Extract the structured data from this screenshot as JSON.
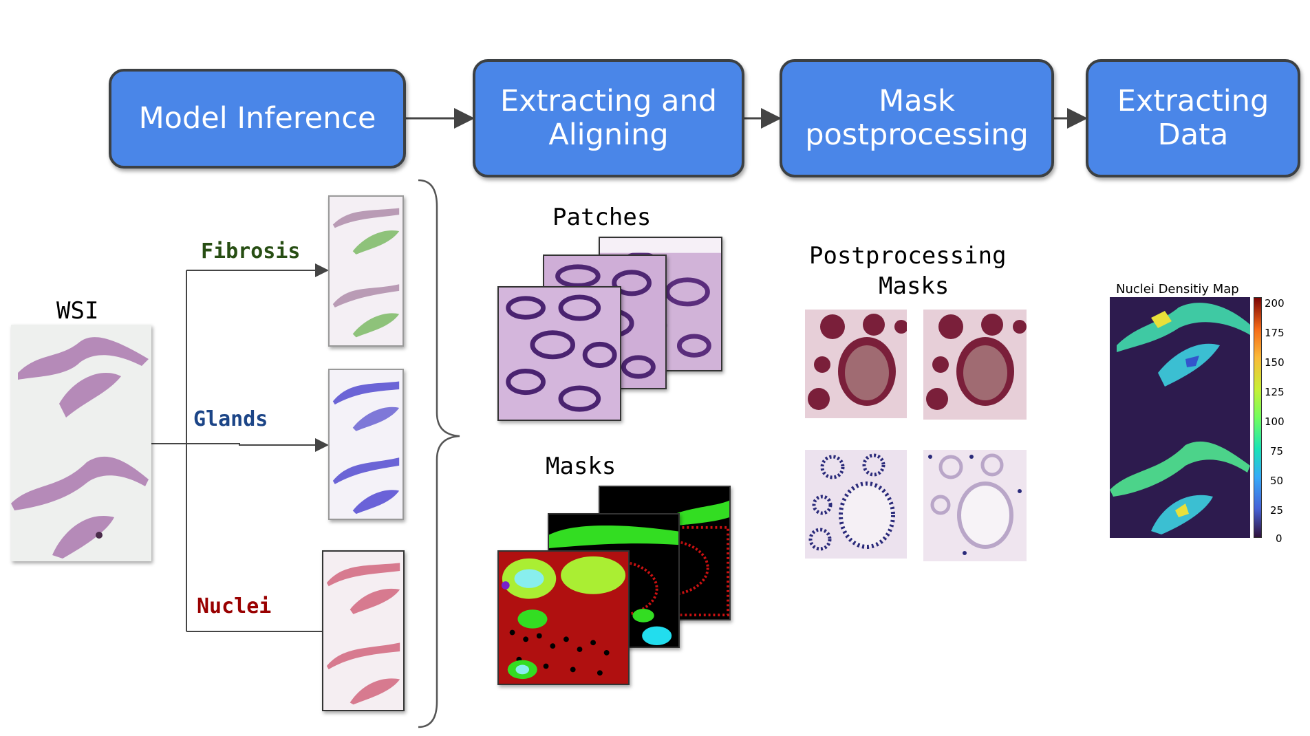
{
  "pipeline": {
    "step1": "Model Inference",
    "step2_line1": "Extracting and",
    "step2_line2": "Aligning",
    "step3_line1": "Mask",
    "step3_line2": "postprocessing",
    "step4_line1": "Extracting",
    "step4_line2": "Data"
  },
  "labels": {
    "wsi": "WSI",
    "fibrosis": "Fibrosis",
    "glands": "Glands",
    "nuclei": "Nuclei",
    "patches": "Patches",
    "masks": "Masks",
    "postprocessing_line1": "Postprocessing",
    "postprocessing_line2": "Masks",
    "density_title": "Nuclei Densitiy Map"
  },
  "colorbar": {
    "ticks": [
      "200",
      "175",
      "150",
      "125",
      "100",
      "75",
      "50",
      "25",
      "0"
    ]
  },
  "colors": {
    "box_fill": "#4a86e8",
    "box_border": "#3c4043",
    "fibrosis_text": "#274e13",
    "glands_text": "#1c4587",
    "nuclei_text": "#990000"
  }
}
